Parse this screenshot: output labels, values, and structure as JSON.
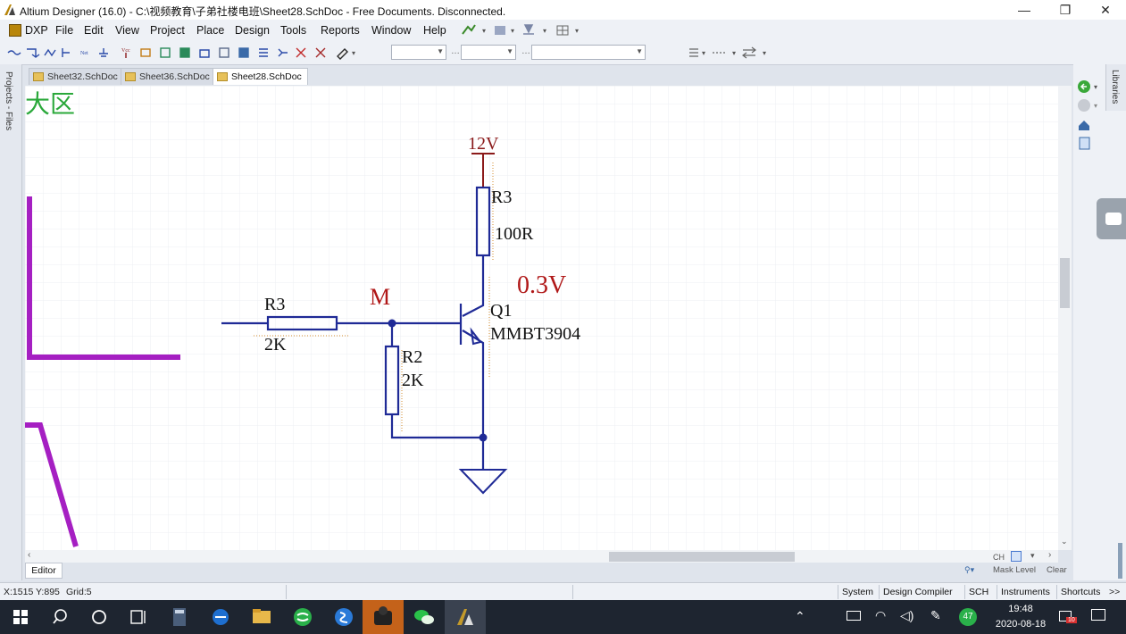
{
  "window": {
    "title": "Altium Designer (16.0) - C:\\视频教育\\子弟社楼电班\\Sheet28.SchDoc - Free Documents. Disconnected.",
    "minimize": "—",
    "restore": "❐",
    "close": "✕"
  },
  "menu": {
    "items": [
      "DXP",
      "File",
      "Edit",
      "View",
      "Project",
      "Place",
      "Design",
      "Tools",
      "Reports",
      "Window",
      "Help"
    ]
  },
  "panels": {
    "left_vertical_tab": "Projects - Files",
    "right_vertical_tab": "Libraries"
  },
  "tabs": [
    {
      "label": "Sheet32.SchDoc",
      "active": false
    },
    {
      "label": "Sheet36.SchDoc",
      "active": false
    },
    {
      "label": "Sheet28.SchDoc",
      "active": true
    }
  ],
  "schematic": {
    "region_text": "大区",
    "power_label": "12V",
    "r3_top": {
      "designator": "R3",
      "value": "100R"
    },
    "r3_left": {
      "designator": "R3",
      "value": "2K"
    },
    "r2": {
      "designator": "R2",
      "value": "2K"
    },
    "q1": {
      "designator": "Q1",
      "part": "MMBT3904"
    },
    "node_label": "M",
    "voltage_note": "0.3V",
    "colors": {
      "wire": "#1f2a96",
      "power": "#8b1a1a",
      "annotation": "#b01818",
      "bus": "#a51fc2",
      "node": "#1f2a96"
    }
  },
  "editor_tab": "Editor",
  "bottom_controls": {
    "mask_level": "Mask Level",
    "clear": "Clear",
    "ch": "CH"
  },
  "status": {
    "coords": "X:1515 Y:895",
    "grid": "Grid:5",
    "buttons": [
      "System",
      "Design Compiler",
      "SCH",
      "Instruments",
      "Shortcuts"
    ],
    "more": ">>"
  },
  "taskbar": {
    "time": "19:48",
    "date": "2020-08-18",
    "notify_count": "10",
    "badge": "47"
  }
}
